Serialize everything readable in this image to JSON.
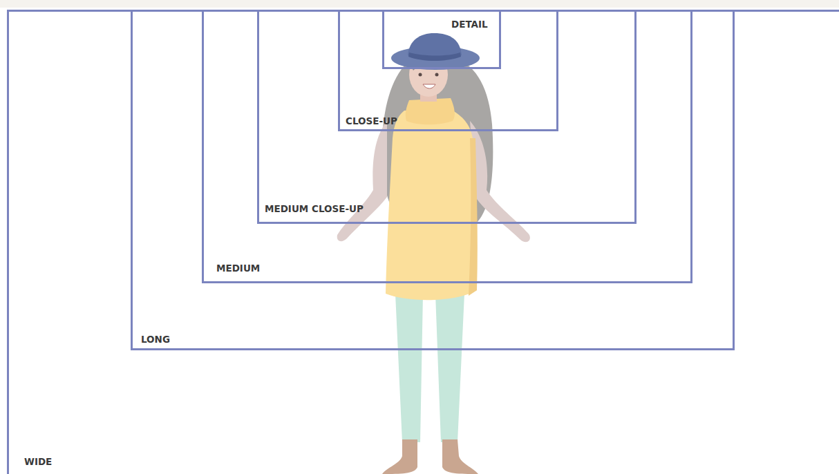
{
  "diagram": {
    "nodes": [
      {
        "text": [
          "WIDE"
        ]
      },
      {
        "text": [
          "LONG"
        ],
        "in": 0
      },
      {
        "text": [
          "MEDIUM"
        ],
        "in": 1
      },
      {
        "text": [
          "MEDIUM CLOSE-UP"
        ],
        "in": 2
      },
      {
        "text": [
          "CLOSE-UP"
        ],
        "in": 3
      },
      {
        "text": [
          "DETAIL"
        ],
        "in": 4
      }
    ]
  }
}
